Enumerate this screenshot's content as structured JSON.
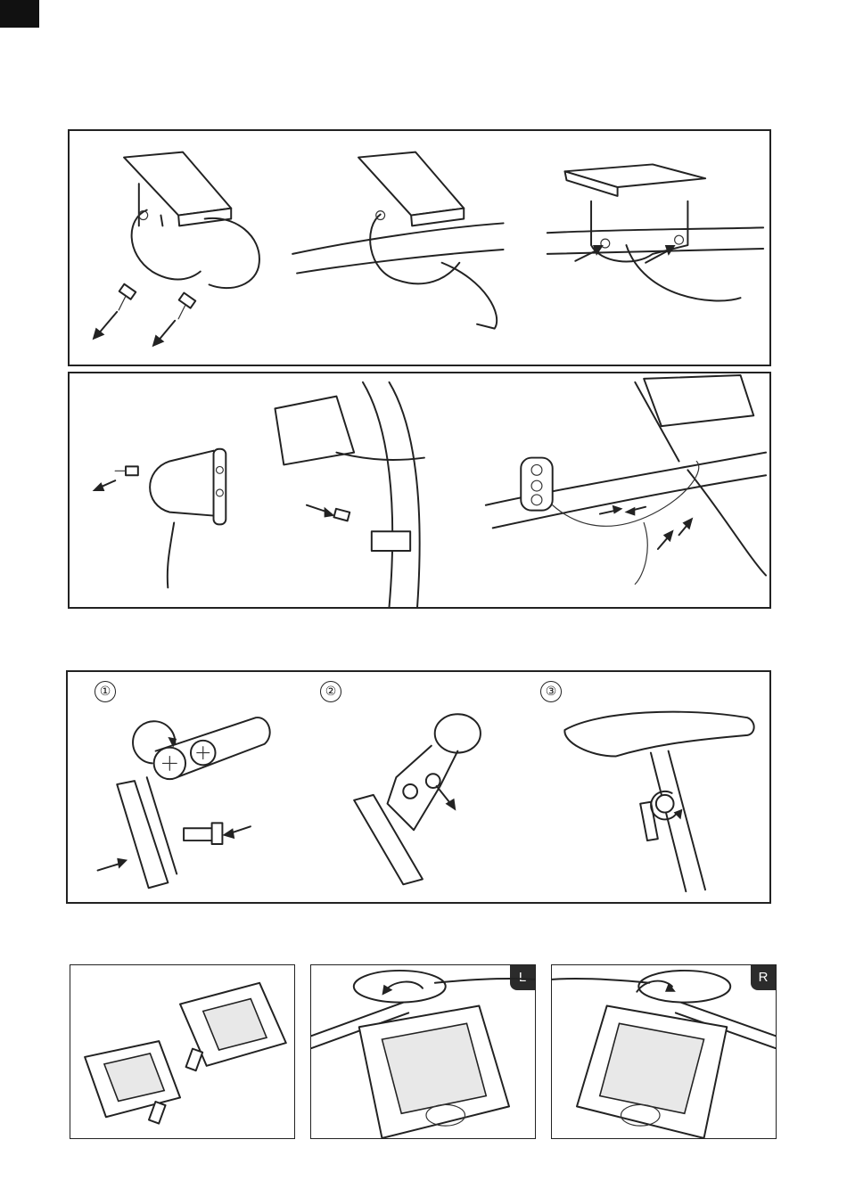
{
  "page": {
    "steps": {
      "one": "①",
      "two": "②",
      "three": "③"
    },
    "pedal_badges": {
      "left": "L",
      "right": "R"
    }
  },
  "icons": [
    "screw-icon",
    "arrow-icon",
    "display-unit-icon",
    "handlebar-icon",
    "control-button-unit-icon",
    "reflector-icon",
    "saddle-icon",
    "pedal-icon",
    "rotation-arrow-icon"
  ]
}
